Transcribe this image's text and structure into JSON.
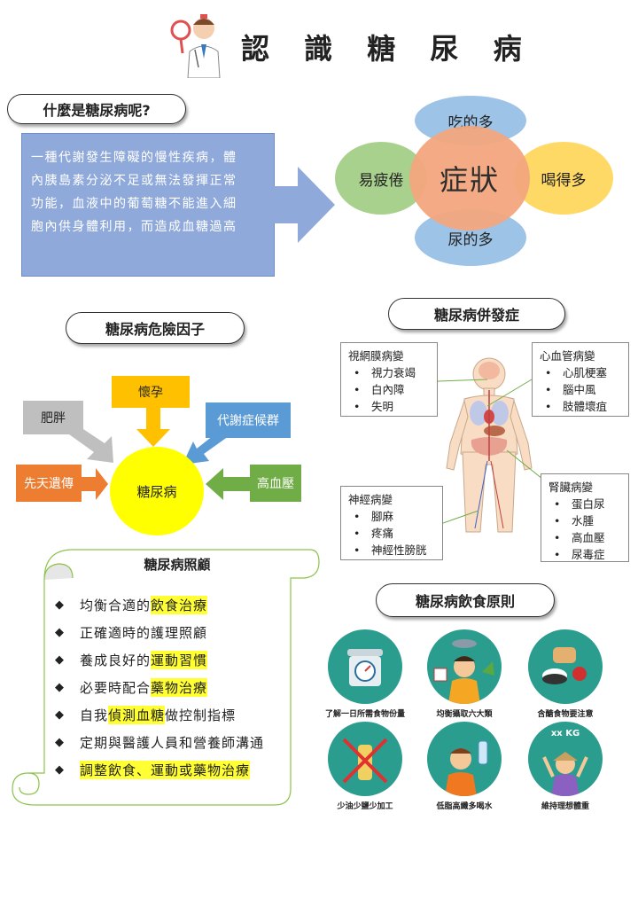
{
  "title": "認 識 糖 尿 病",
  "what": {
    "heading": "什麼是糖尿病呢?",
    "lines": [
      "一種代謝發生障礙的慢性疾病，體",
      "內胰島素分泌不足或無法發揮正常",
      "功能，血液中的葡萄糖不能進入細",
      "胞內供身體利用，而造成血糖過高"
    ]
  },
  "symptoms": {
    "center": "症狀",
    "top": "吃的多",
    "left": "易疲倦",
    "right": "喝得多",
    "bottom": "尿的多"
  },
  "risk": {
    "heading": "糖尿病危險因子",
    "center": "糖尿病",
    "obesity": "肥胖",
    "pregnancy": "懷孕",
    "metabolic": "代謝症候群",
    "genetic": "先天遺傳",
    "hypertension": "高血壓"
  },
  "complications": {
    "heading": "糖尿病併發症",
    "eye": {
      "title": "視網膜病變",
      "items": [
        "視力衰竭",
        "白內障",
        "失明"
      ]
    },
    "heart": {
      "title": "心血管病變",
      "items": [
        "心肌梗塞",
        "腦中風",
        "肢體壞疽"
      ]
    },
    "nerve": {
      "title": "神經病變",
      "items": [
        "腳麻",
        "疼痛",
        "神經性膀胱"
      ]
    },
    "kidney": {
      "title": "腎臟病變",
      "items": [
        "蛋白尿",
        "水腫",
        "高血壓",
        "尿毒症"
      ]
    }
  },
  "care": {
    "heading": "糖尿病照顧",
    "items": [
      {
        "pre": "均衡合適的",
        "hl": "飲食治療",
        "post": ""
      },
      {
        "pre": "正確適時的護理照顧",
        "hl": "",
        "post": ""
      },
      {
        "pre": "養成良好的",
        "hl": "運動習慣",
        "post": ""
      },
      {
        "pre": "必要時配合",
        "hl": "藥物治療",
        "post": ""
      },
      {
        "pre": "自我",
        "hl": "偵測血糖",
        "post": "做控制指標"
      },
      {
        "pre": "定期與醫護人員和營養師溝通",
        "hl": "",
        "post": ""
      },
      {
        "pre": "",
        "hl": "調整飲食、運動或藥物治療",
        "post": ""
      }
    ]
  },
  "diet": {
    "heading": "糖尿病飲食原則",
    "items": [
      "了解一日所需食物份量",
      "均衡攝取六大類",
      "含醣食物要注意",
      "少油少鹽少加工",
      "低脂高纖多喝水",
      "維持理想體重"
    ],
    "kg_text": "xx KG"
  },
  "colors": {
    "def_box": "#8fa9da",
    "center_circle": "#f4a77f",
    "green": "#a9d18e",
    "yellow": "#ffd966",
    "blue": "#9dc3e6",
    "diet_teal": "#2a9d8f",
    "highlight": "#ffff33"
  }
}
